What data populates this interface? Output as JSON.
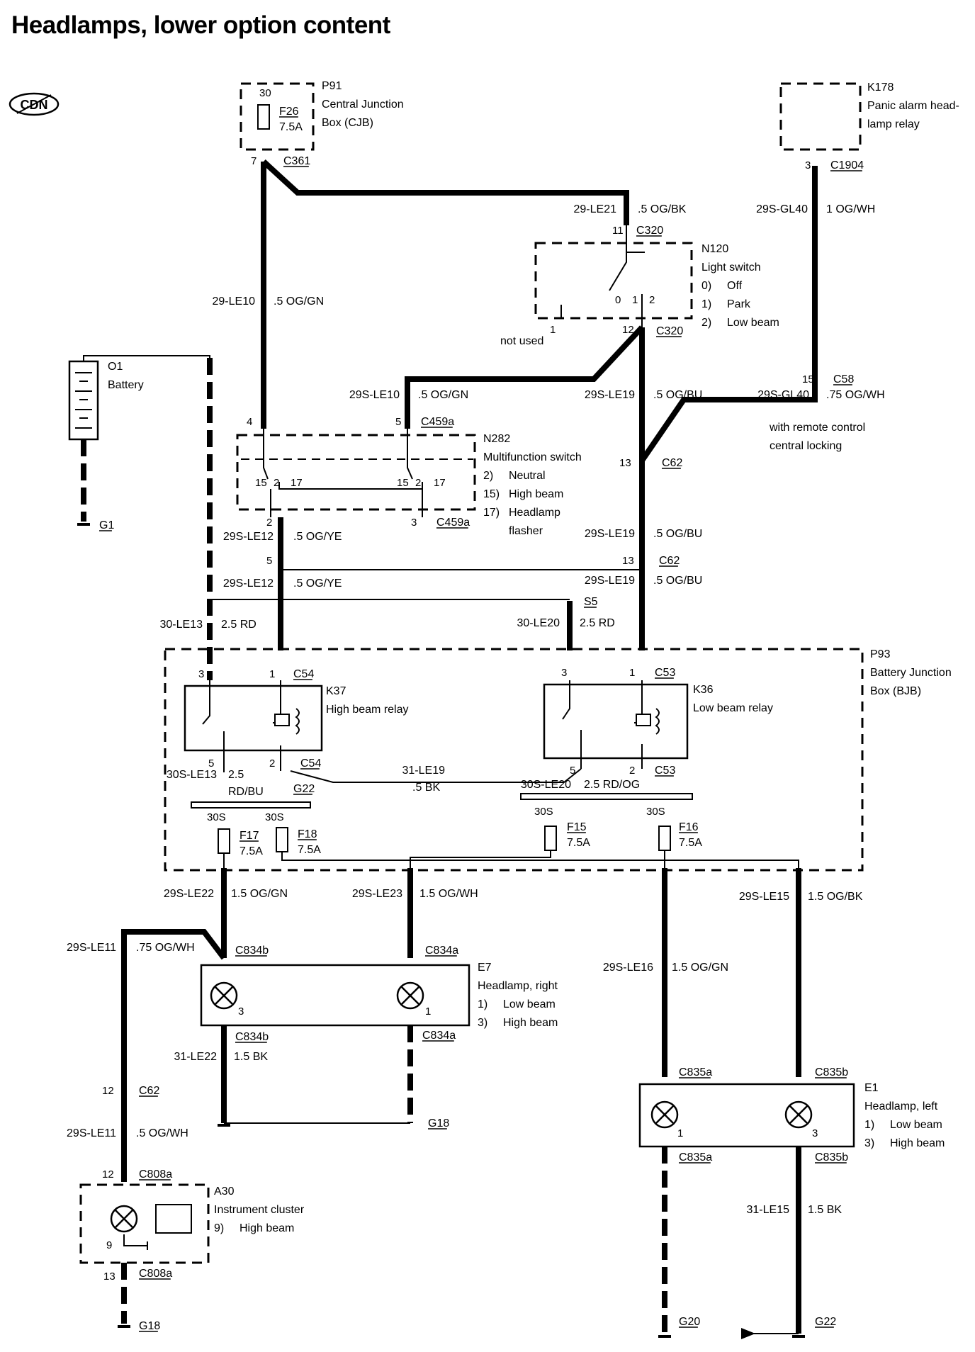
{
  "title": "Headlamps, lower option content",
  "cdn_badge": "CDN",
  "components": {
    "p91": [
      "P91",
      "Central Junction",
      "Box (CJB)"
    ],
    "k178": [
      "K178",
      "Panic alarm head-",
      "lamp relay"
    ],
    "n120": [
      "N120",
      "Light switch",
      "0)",
      "Off",
      "1)",
      "Park",
      "2)",
      "Low beam"
    ],
    "o1": [
      "O1",
      "Battery"
    ],
    "n282": [
      "N282",
      "Multifunction switch",
      "2)",
      "Neutral",
      "15)",
      "High beam",
      "17)",
      "Headlamp",
      "flasher"
    ],
    "p93": [
      "P93",
      "Battery Junction",
      "Box (BJB)"
    ],
    "k37": [
      "K37",
      "High beam relay"
    ],
    "k36": [
      "K36",
      "Low beam relay"
    ],
    "e7": [
      "E7",
      "Headlamp, right",
      "1)",
      "Low beam",
      "3)",
      "High beam"
    ],
    "e1": [
      "E1",
      "Headlamp, left",
      "1)",
      "Low beam",
      "3)",
      "High beam"
    ],
    "a30": [
      "A30",
      "Instrument cluster",
      "9)",
      "High beam"
    ]
  },
  "fuses": {
    "f26": [
      "F26",
      "7.5A"
    ],
    "f17": [
      "F17",
      "7.5A"
    ],
    "f18": [
      "F18",
      "7.5A"
    ],
    "f15": [
      "F15",
      "7.5A"
    ],
    "f16": [
      "F16",
      "7.5A"
    ]
  },
  "connectors": [
    "C361",
    "C1904",
    "C320",
    "C320",
    "C58",
    "C459a",
    "C62",
    "C459a",
    "C62",
    "S5",
    "C54",
    "C53",
    "C54",
    "C53",
    "G22",
    "C834b",
    "C834a",
    "C834b",
    "C834a",
    "C62",
    "C808a",
    "C808a",
    "C835a",
    "C835b",
    "C835a",
    "C835b",
    "G1",
    "G18",
    "G20",
    "G18",
    "G22"
  ],
  "wires": [
    "29-LE21",
    ".5 OG/BK",
    "29S-GL40",
    "1 OG/WH",
    "29-LE10",
    ".5 OG/GN",
    "29S-LE10",
    ".5 OG/GN",
    "29S-LE19",
    ".5 OG/BU",
    "29S-GL40",
    ".75 OG/WH",
    "29S-LE12",
    ".5 OG/YE",
    "29S-LE19",
    ".5 OG/BU",
    "29S-LE12",
    ".5 OG/YE",
    "29S-LE19",
    ".5 OG/BU",
    "30-LE13",
    "2.5 RD",
    "30-LE20",
    "2.5 RD",
    "30S-LE13",
    "2.5",
    "RD/BU",
    "31-LE19",
    ".5 BK",
    "30S-LE20",
    "2.5 RD/OG",
    "29S-LE22",
    "1.5 OG/GN",
    "29S-LE23",
    "1.5 OG/WH",
    "29S-LE15",
    "1.5 OG/BK",
    "29S-LE11",
    ".75 OG/WH",
    "29S-LE16",
    "1.5 OG/GN",
    "31-LE22",
    "1.5 BK",
    "29S-LE11",
    ".5 OG/WH",
    "31-LE15",
    "1.5 BK"
  ],
  "pins": [
    "30",
    "7",
    "3",
    "11",
    "0",
    "1",
    "2",
    "1",
    "12",
    "15",
    "4",
    "5",
    "15",
    "2",
    "17",
    "15",
    "2",
    "17",
    "13",
    "2",
    "3",
    "5",
    "13",
    "3",
    "1",
    "3",
    "1",
    "5",
    "2",
    "5",
    "2",
    "30S",
    "30S",
    "30S",
    "30S",
    "3",
    "1",
    "12",
    "12",
    "9",
    "13",
    "1",
    "3"
  ],
  "notes": [
    "not used",
    "with remote control",
    "central locking"
  ]
}
